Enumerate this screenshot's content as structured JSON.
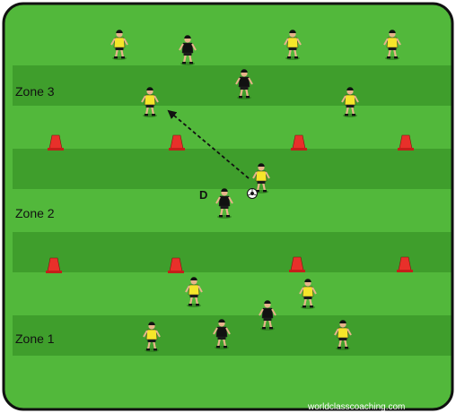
{
  "zones": {
    "zone_3": "Zone 3",
    "zone_2": "Zone 2",
    "zone_1": "Zone  1"
  },
  "defender_marker": "D",
  "credit": "worldclasscoaching.com",
  "colors": {
    "field_light": "#52b83b",
    "field_dark": "#3f9e2c",
    "border": "#111111",
    "cone": "#e8302a",
    "team_yellow": "#f5e62a",
    "team_black": "#111111",
    "ball": "#ffffff",
    "pass_arrow": "#111111"
  },
  "icons": {
    "player": "soccer-player-icon",
    "cone": "training-cone-icon",
    "ball": "soccer-ball-icon",
    "arrow": "dashed-pass-arrow"
  }
}
